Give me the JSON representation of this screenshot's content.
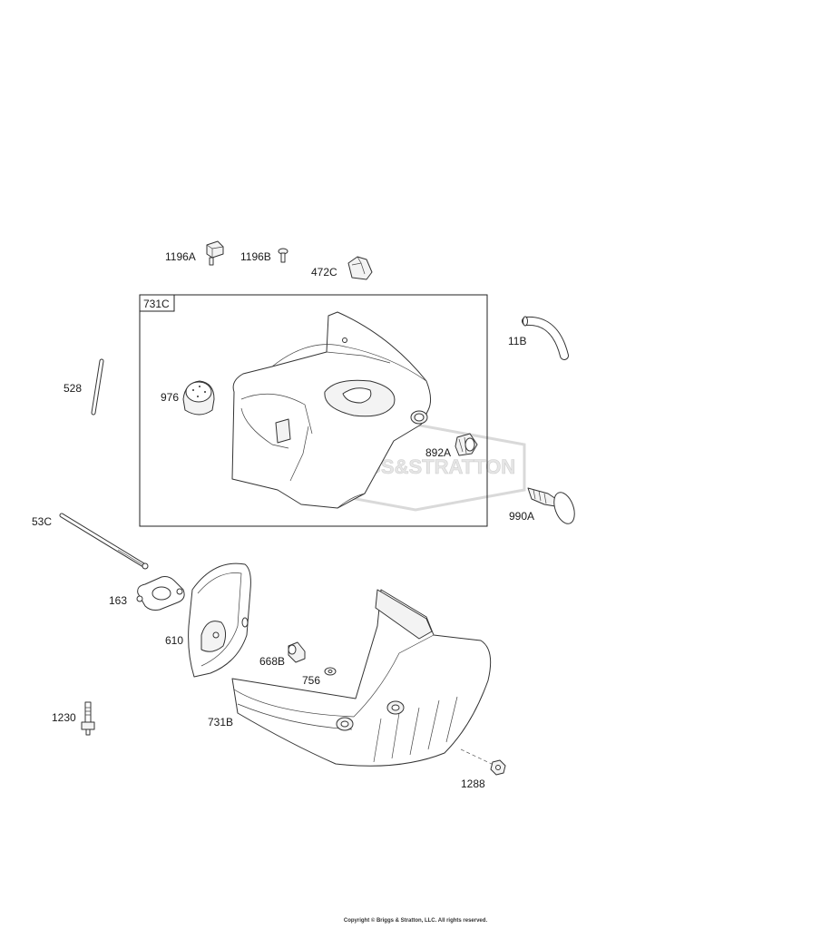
{
  "watermark": {
    "text": "BRIGGS&STRATTON"
  },
  "box_label": "731C",
  "parts": {
    "p1196A": "1196A",
    "p1196B": "1196B",
    "p472C": "472C",
    "p11B": "11B",
    "p528": "528",
    "p976": "976",
    "p892A": "892A",
    "p990A": "990A",
    "p53C": "53C",
    "p163": "163",
    "p610": "610",
    "p668B": "668B",
    "p756": "756",
    "p1230": "1230",
    "p731B": "731B",
    "p1288": "1288"
  },
  "copyright": "Copyright © Briggs & Stratton, LLC. All rights reserved."
}
